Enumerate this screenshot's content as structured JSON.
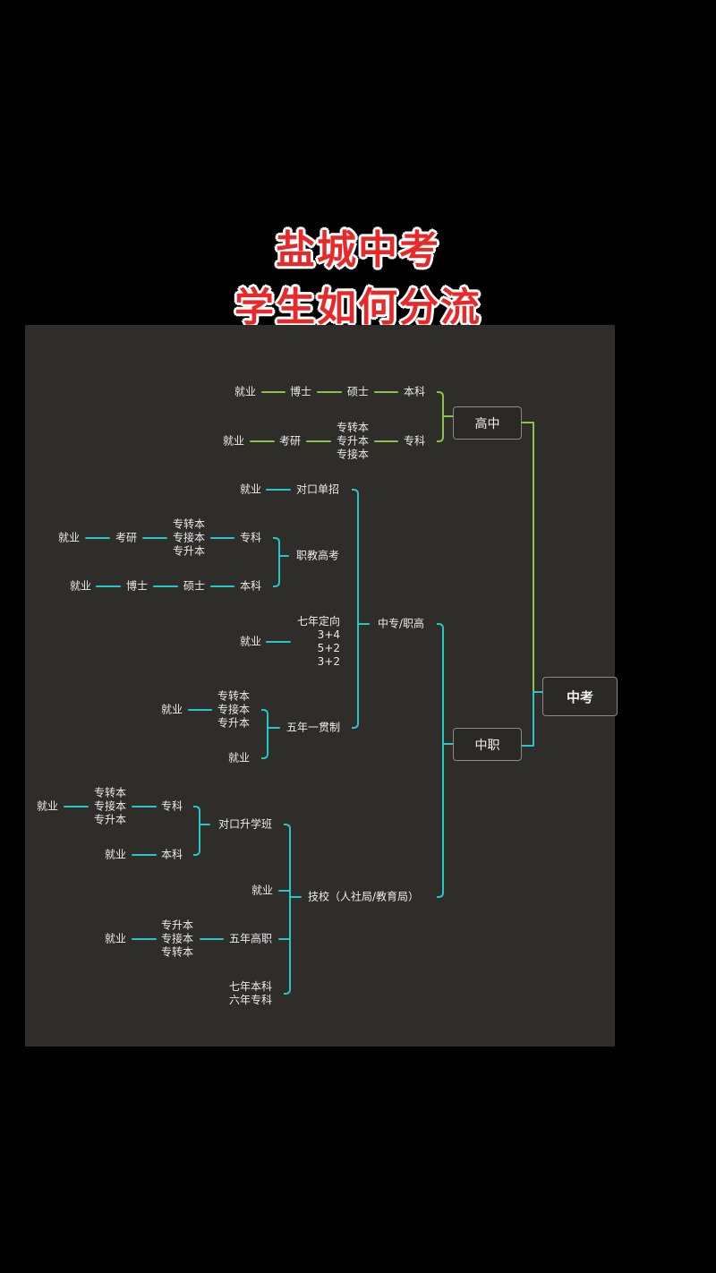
{
  "title": {
    "line1": "盐城中考",
    "line2": "学生如何分流"
  },
  "colors": {
    "background": "#000000",
    "panel": "#2f2d29",
    "title_red": "#e8292a",
    "green_branch": "#8bc34a",
    "cyan_branch": "#26c6c6"
  },
  "root": "中考",
  "branches": {
    "gaozhong": {
      "label": "高中",
      "path1": [
        "就业",
        "博士",
        "硕士",
        "本科"
      ],
      "path2": {
        "start": "就业",
        "kaoyan": "考研",
        "zsb": [
          "专转本",
          "专升本",
          "专接本"
        ],
        "zhuanke": "专科"
      }
    },
    "zhongzhi": {
      "label": "中职",
      "zhongzhuan": {
        "label": "中专/职高",
        "duikou": {
          "label": "对口单招",
          "jiuye": "就业"
        },
        "zhijiao": {
          "label": "职教高考",
          "path1": {
            "start": "就业",
            "kaoyan": "考研",
            "zsb": [
              "专转本",
              "专接本",
              "专升本"
            ],
            "zhuanke": "专科"
          },
          "path2": [
            "就业",
            "博士",
            "硕士",
            "本科"
          ]
        },
        "qinian": {
          "jiuye": "就业",
          "lines": [
            "七年定向",
            "3+4",
            "5+2",
            "3+2"
          ]
        },
        "wunian": {
          "label": "五年一贯制",
          "jiuye1": "就业",
          "zsb": [
            "专转本",
            "专接本",
            "专升本"
          ],
          "jiuye2": "就业"
        }
      },
      "jixiao": {
        "label": "技校（人社局/教育局）",
        "duikou": {
          "label": "对口升学班",
          "path1": {
            "start": "就业",
            "zsb": [
              "专转本",
              "专接本",
              "专升本"
            ],
            "zhuanke": "专科"
          },
          "path2": {
            "start": "就业",
            "benke": "本科"
          }
        },
        "jiuye": "就业",
        "wunian": {
          "label": "五年高职",
          "zsb": [
            "专升本",
            "专接本",
            "专转本"
          ],
          "jiuye": "就业"
        },
        "lastlines": [
          "七年本科",
          "六年专科"
        ]
      }
    }
  }
}
